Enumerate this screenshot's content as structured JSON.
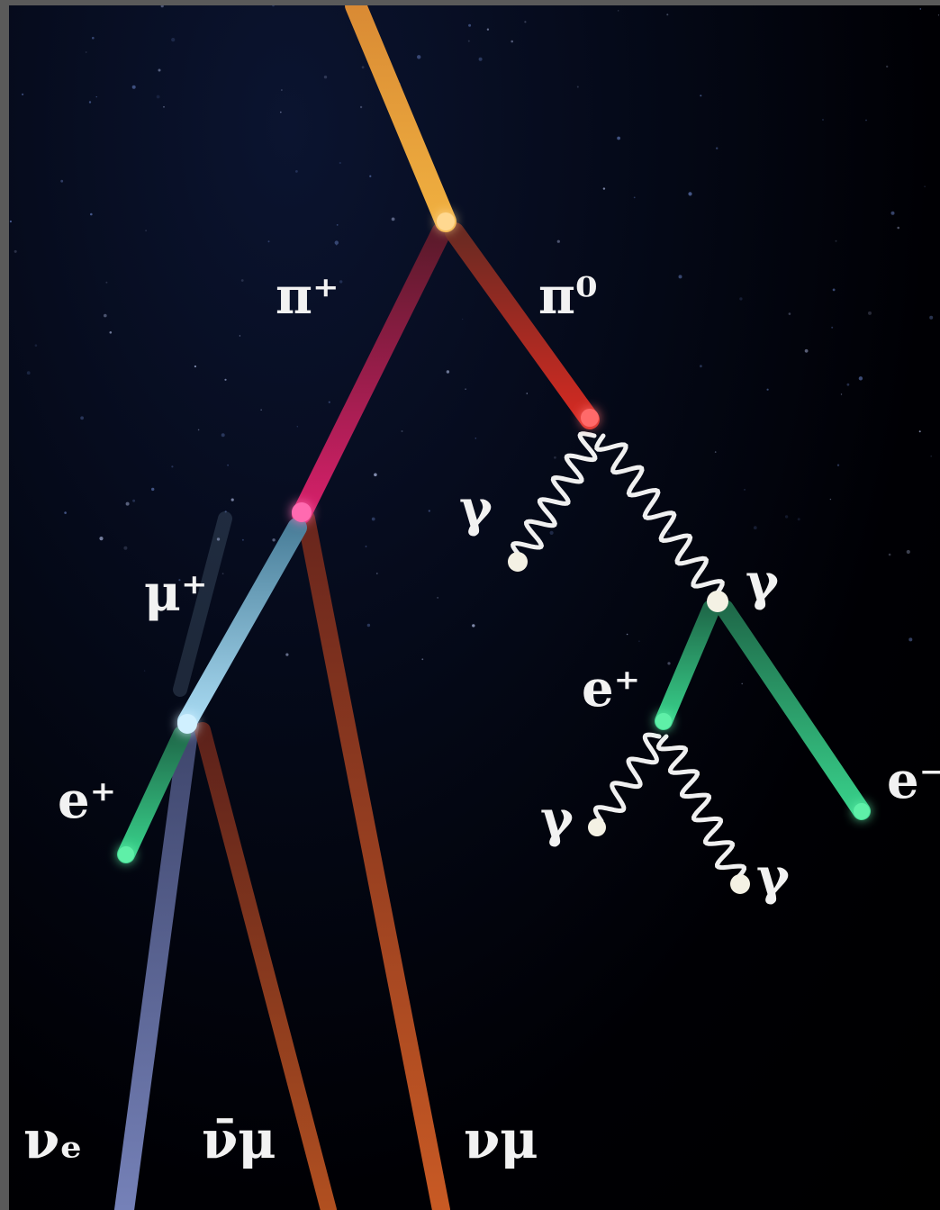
{
  "colors": {
    "background": "#000000",
    "primary_track": "#e6a23a",
    "pi_plus": "#b21f5a",
    "pi_zero": "#a52a22",
    "muon": "#7fb7d4",
    "positron_electron": "#2fbf7a",
    "nu_e": "#6b78b0",
    "nu_mu": "#d9652a",
    "photon": "#f2f2f2"
  },
  "labels": {
    "pi_plus": "π⁺",
    "pi_zero": "π⁰",
    "mu_plus": "μ⁺",
    "gamma_a": "γ",
    "gamma_b": "γ",
    "e_plus_pair": "e⁺",
    "e_minus_pair": "e⁻",
    "gamma_c": "γ",
    "gamma_d": "γ",
    "e_plus_decay": "e⁺",
    "nu_e": "νₑ",
    "nu_mu_bar": "ν̄μ",
    "nu_mu": "νμ"
  }
}
